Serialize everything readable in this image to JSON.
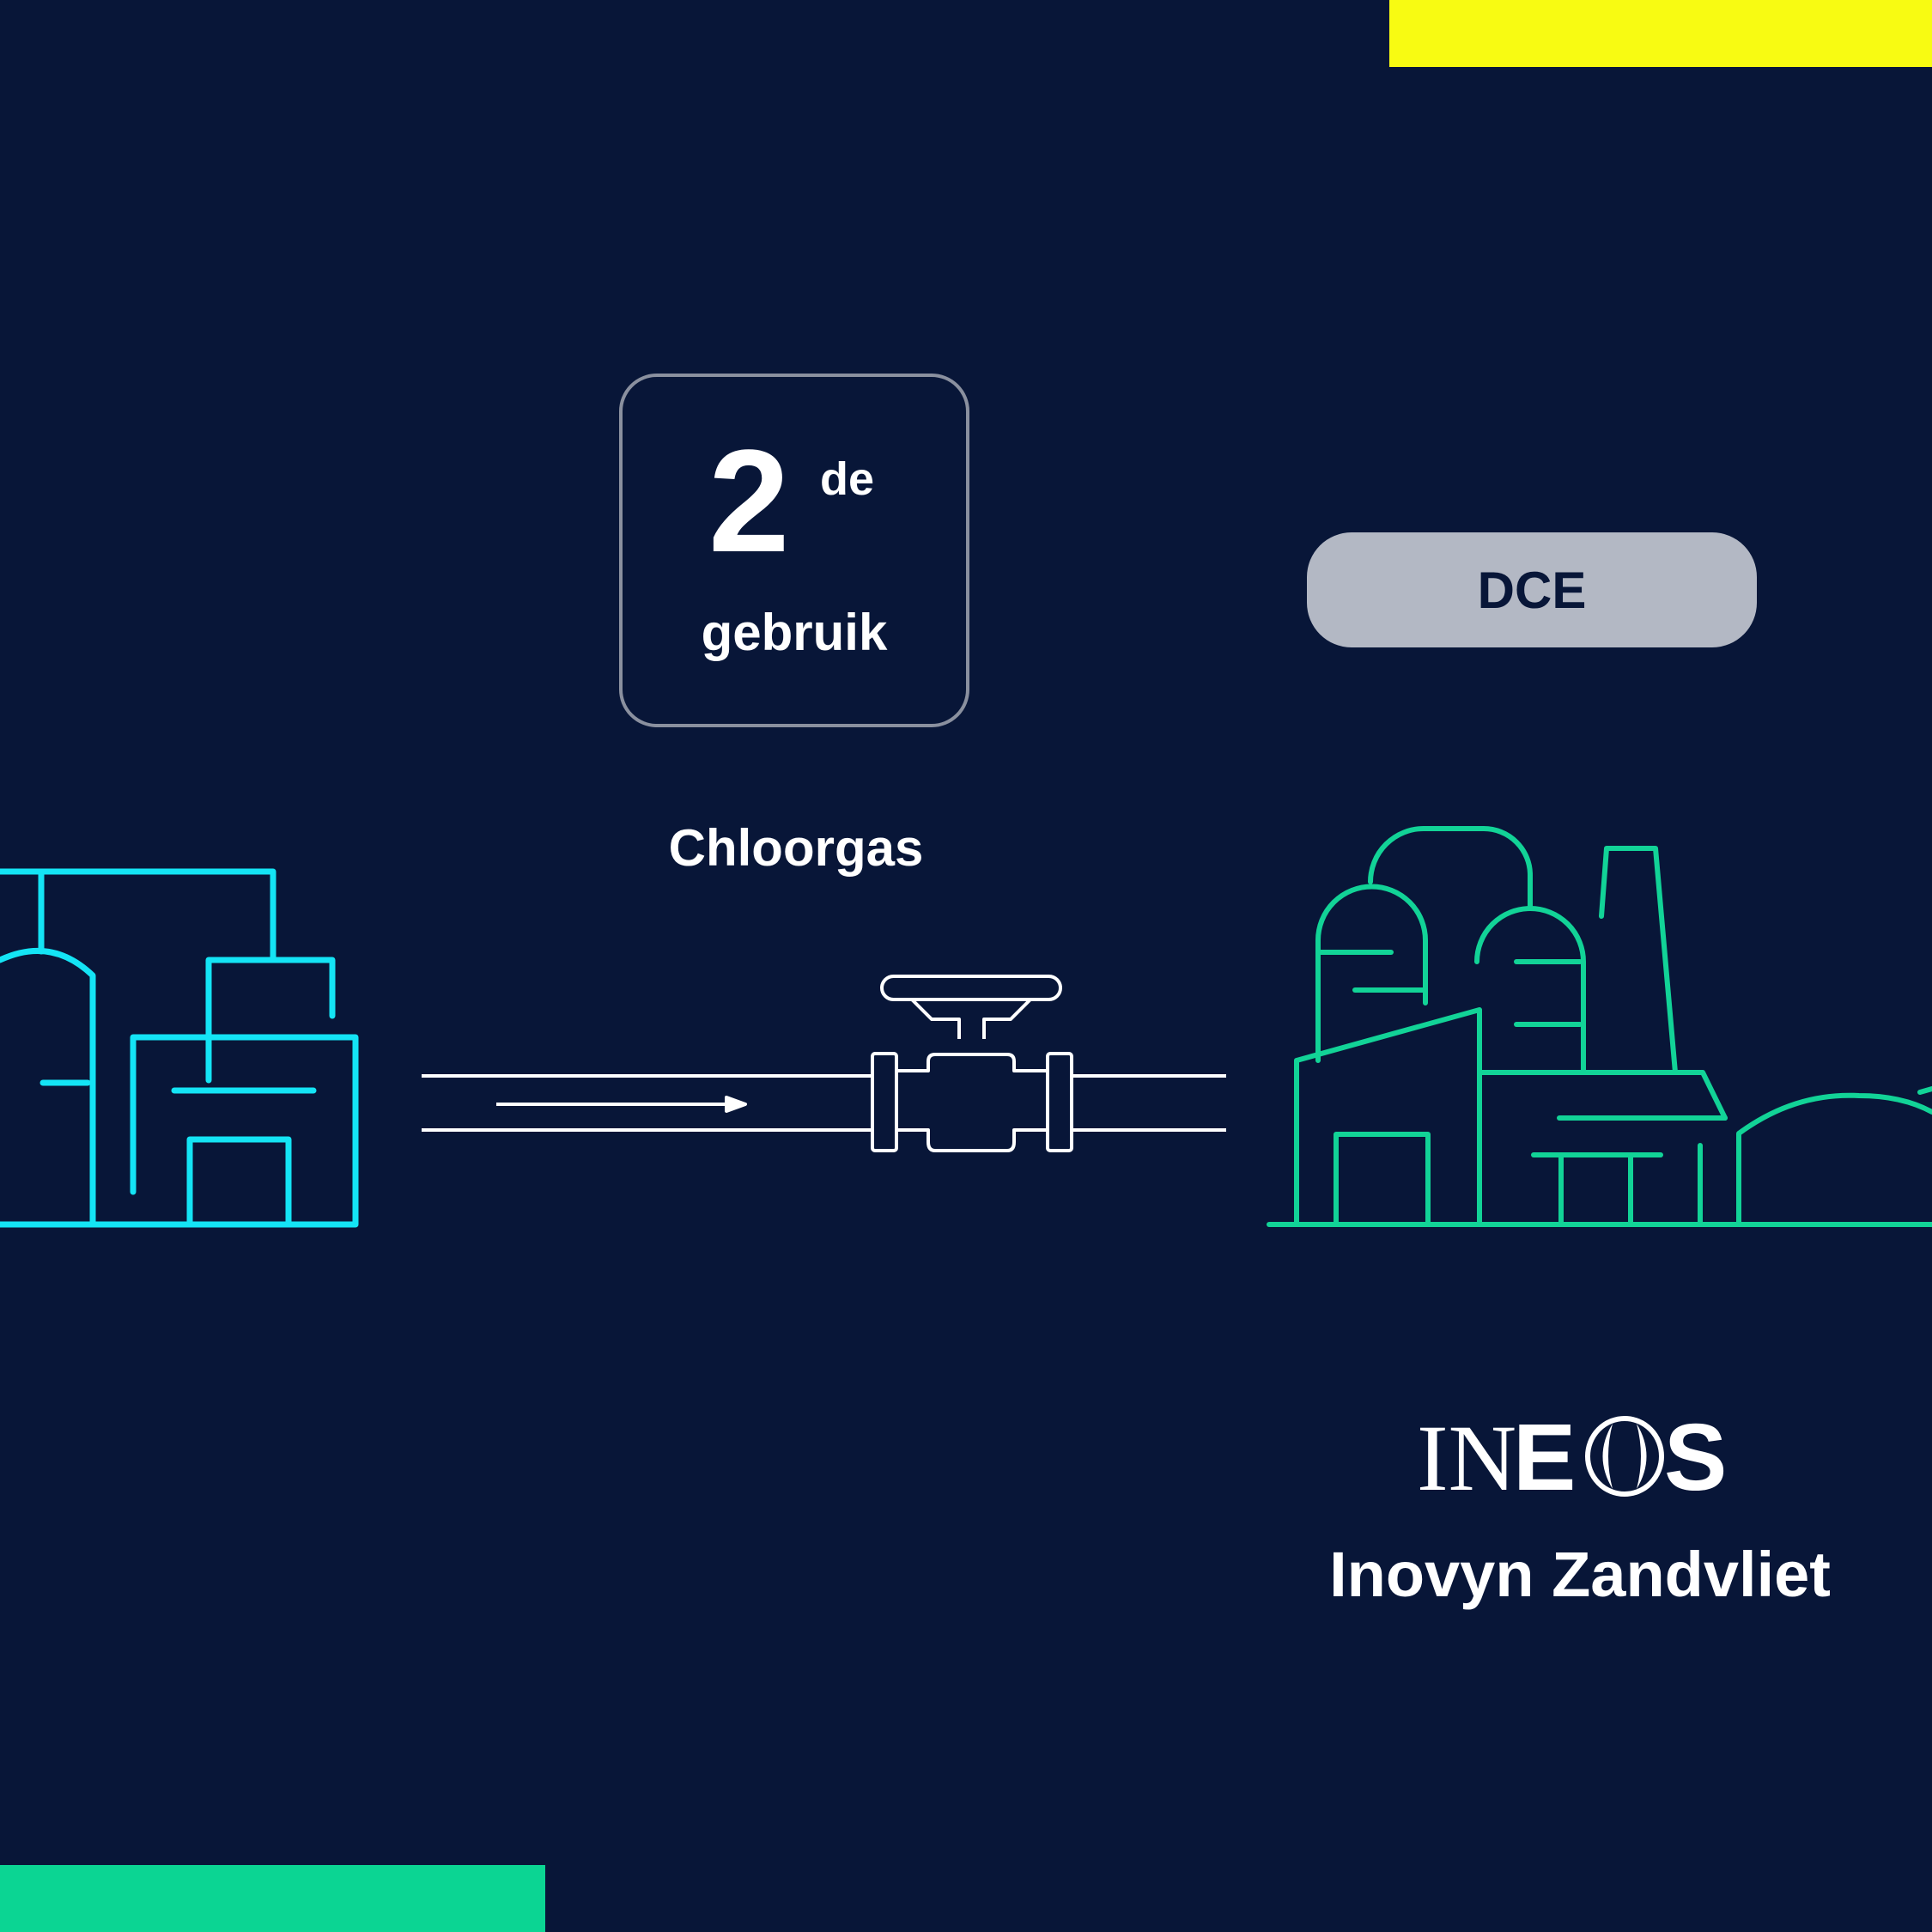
{
  "colors": {
    "background": "#081638",
    "accent_yellow": "#f8fb12",
    "accent_green": "#0bd593",
    "source_plant_line": "#14e4f5",
    "dest_plant_line": "#12d397",
    "pipeline_line": "#ffffff",
    "pill_fill": "#b3b8c4"
  },
  "use_badge": {
    "number": "2",
    "suffix": "de",
    "label": "gebruik"
  },
  "flow": {
    "label": "Chloorgas",
    "direction": "left-to-right"
  },
  "product": {
    "label": "DCE"
  },
  "destination": {
    "logo_text": "INEOS",
    "plant_name": "Inovyn Zandvliet"
  },
  "icons": {
    "source": "factory-icon",
    "pipeline": "pipeline-valve-icon",
    "destination": "chemical-plant-icon",
    "logo": "ineos-logo"
  }
}
